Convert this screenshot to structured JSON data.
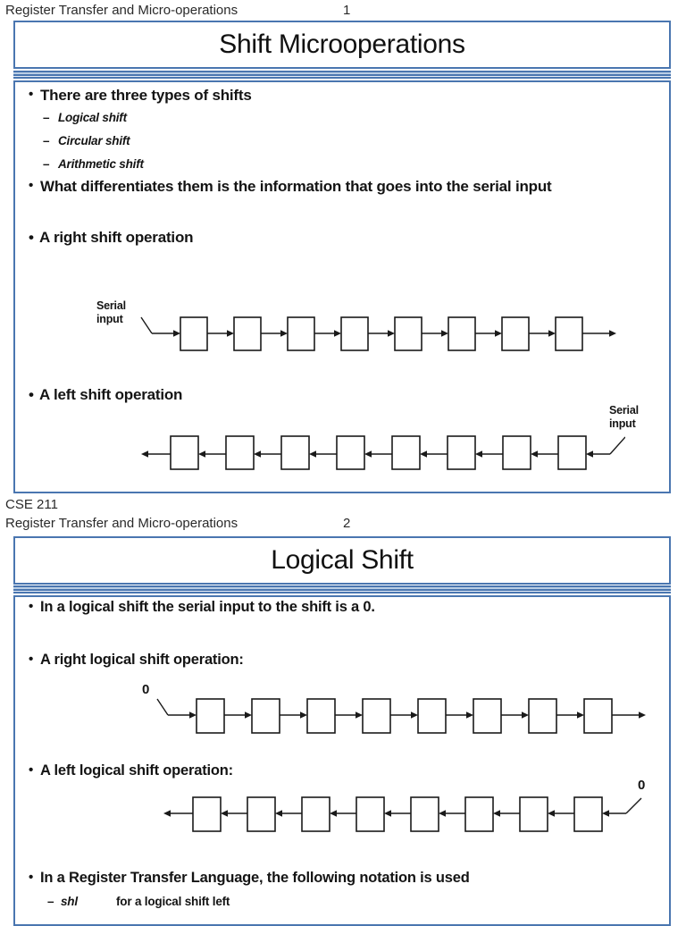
{
  "colors": {
    "border_blue": "#4a76b0",
    "separator_light": "#b9cde4",
    "text": "#141414"
  },
  "glyphs": {
    "bullet": "•",
    "dash": "–"
  },
  "pages": [
    {
      "header": {
        "title": "Register Transfer and Micro-operations",
        "page_number": "1"
      },
      "footer": "CSE 211",
      "slide": {
        "title": "Shift Microoperations",
        "bullet1": "There are three types of shifts",
        "sub_bullets": [
          "Logical shift",
          "Circular shift",
          "Arithmetic shift"
        ],
        "bullet2": "What differentiates them is the information that goes into the serial input",
        "right_shift_label": "A right shift operation",
        "left_shift_label": "A left shift operation"
      }
    },
    {
      "header": {
        "title": "Register Transfer and Micro-operations",
        "page_number": "2"
      },
      "slide": {
        "title": "Logical Shift",
        "bullet1": "In a logical shift the serial input to the shift is a 0.",
        "bullet2": "A right logical shift operation:",
        "bullet3": "A left logical shift operation:",
        "bullet4": "In a Register Transfer Language, the following notation is used",
        "notation": {
          "term": "shl",
          "description": "for a logical shift left"
        }
      }
    }
  ],
  "diagrams": {
    "s1_right": {
      "cells": 8,
      "direction": "right",
      "label": "Serial input"
    },
    "s1_left": {
      "cells": 8,
      "direction": "left",
      "label": "Serial input"
    },
    "s2_right": {
      "cells": 8,
      "direction": "right",
      "label": "0"
    },
    "s2_left": {
      "cells": 8,
      "direction": "left",
      "label": "0"
    }
  }
}
